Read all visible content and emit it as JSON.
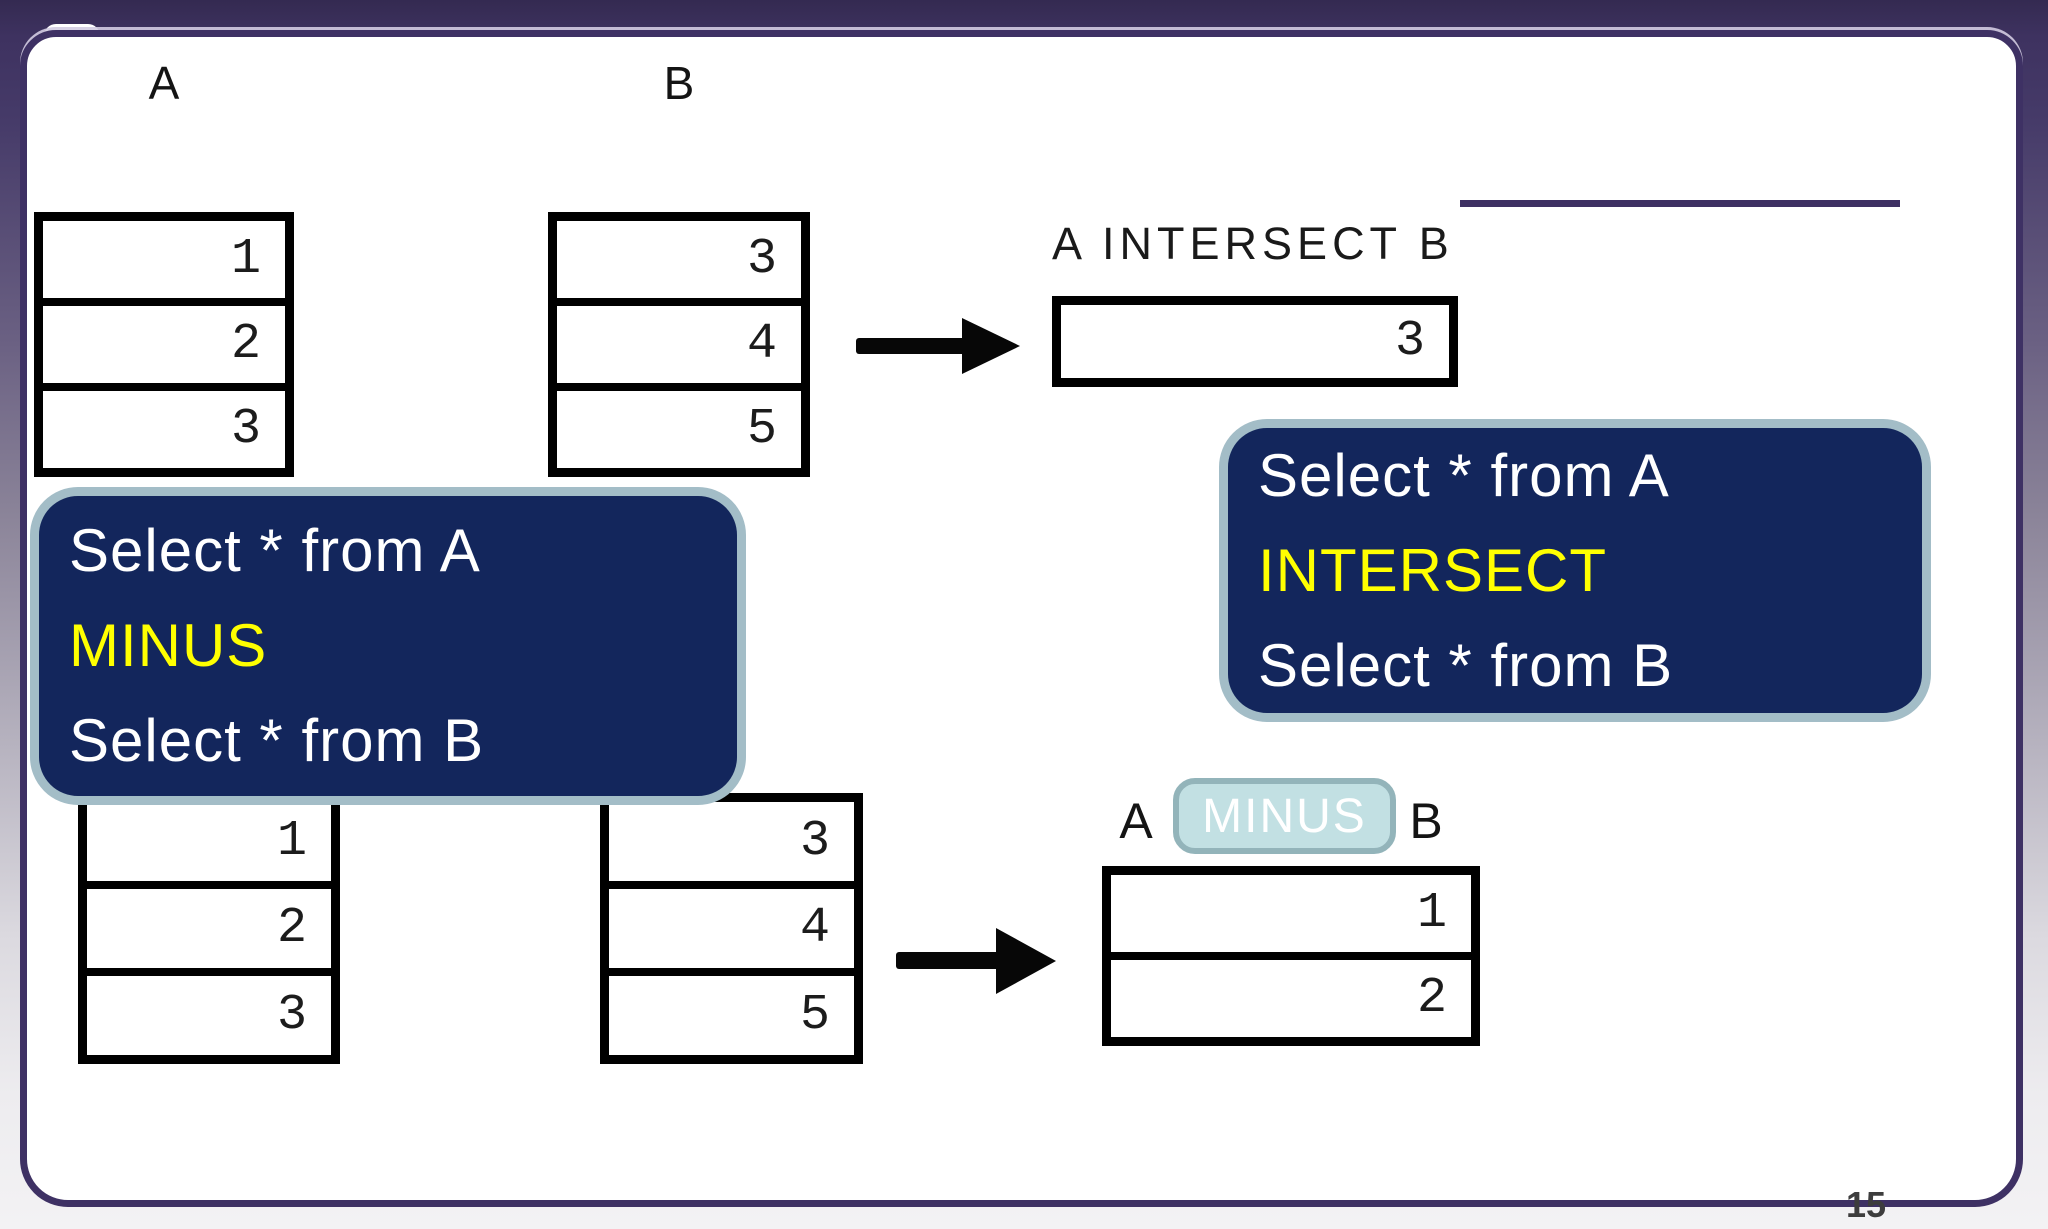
{
  "slide": {
    "page_number": "15",
    "labels": {
      "table_a_top": "A",
      "table_b_top": "B",
      "intersect_result": "A INTERSECT B",
      "minus_result_a": "A",
      "minus_result_keyword": "MINUS",
      "minus_result_b": "B"
    },
    "tables": {
      "a_top": [
        "1",
        "2",
        "3"
      ],
      "b_top": [
        "3",
        "4",
        "5"
      ],
      "intersect_result": [
        "3"
      ],
      "a_bottom": [
        "1",
        "2",
        "3"
      ],
      "b_bottom": [
        "3",
        "4",
        "5"
      ],
      "minus_result": [
        "1",
        "2"
      ]
    },
    "code_boxes": {
      "intersect": {
        "line1": "Select * from A",
        "keyword": "INTERSECT",
        "line2": "Select * from B"
      },
      "minus": {
        "line1": "Select * from A",
        "keyword": "MINUS",
        "line2": "Select * from B"
      }
    },
    "colors": {
      "navy_box": "#13265c",
      "navy_box_border": "#a3bdc7",
      "keyword_yellow": "#ffff00",
      "chip_fill": "#c2e0e3",
      "chip_border": "#93b4ba",
      "slide_border_purple": "#3e3164",
      "accent_line": "#3e3063",
      "background_top": "#342a51",
      "background_bottom": "#f3f2f4"
    }
  }
}
